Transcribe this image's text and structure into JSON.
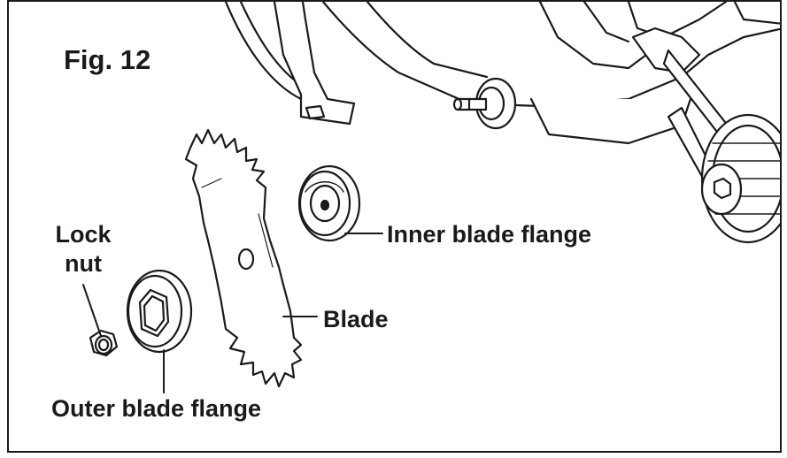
{
  "figure": {
    "title": "Fig. 12"
  },
  "labels": {
    "inner_flange": "Inner blade flange",
    "blade": "Blade",
    "outer_flange": "Outer blade flange",
    "lock_nut_line1": "Lock",
    "lock_nut_line2": "nut"
  },
  "colors": {
    "line": "#1a1a1a",
    "fill_light": "#ffffff",
    "fill_gray": "#e8e8e8",
    "fill_dark": "#9a9a9a"
  }
}
